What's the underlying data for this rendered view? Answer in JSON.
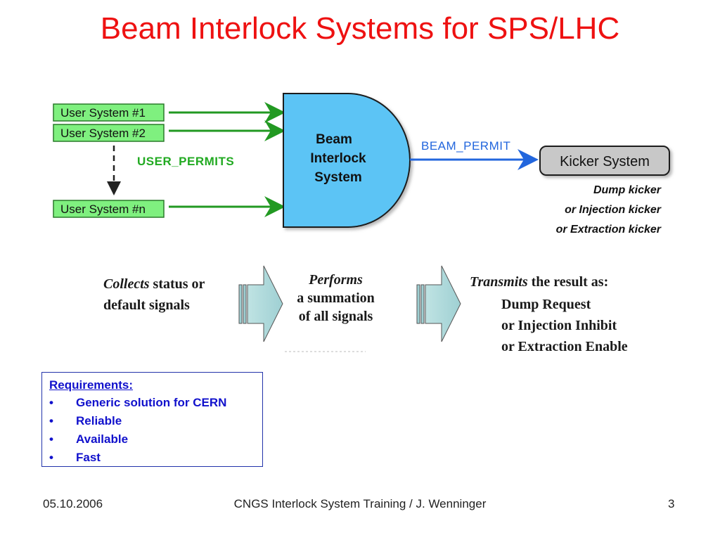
{
  "slide": {
    "title": "Beam Interlock Systems for SPS/LHC",
    "diagram": {
      "user_systems": [
        "User System #1",
        "User System #2",
        "User System #n"
      ],
      "user_permits_label": "USER_PERMITS",
      "bis_label": [
        "Beam",
        "Interlock",
        "System"
      ],
      "beam_permit_label": "BEAM_PERMIT",
      "kicker_label": "Kicker System",
      "kicker_types": [
        "Dump kicker",
        "or Injection kicker",
        "or Extraction kicker"
      ]
    },
    "flow": {
      "collects": {
        "verb": "Collects",
        "rest_line1": " status or",
        "line2": "default signals"
      },
      "performs": {
        "verb": "Performs",
        "line2": "a summation",
        "line3": "of all signals"
      },
      "transmits": {
        "verb": "Transmits",
        "rest_line1": " the result as:",
        "items": [
          "Dump Request",
          "or Injection Inhibit",
          "or Extraction Enable"
        ]
      }
    },
    "requirements": {
      "title": "Requirements:",
      "items": [
        "Generic solution for CERN",
        "Reliable",
        "Available",
        "Fast"
      ]
    },
    "footer": {
      "date": "05.10.2006",
      "center": "CNGS Interlock System Training / J. Wenninger",
      "page": "3"
    }
  }
}
